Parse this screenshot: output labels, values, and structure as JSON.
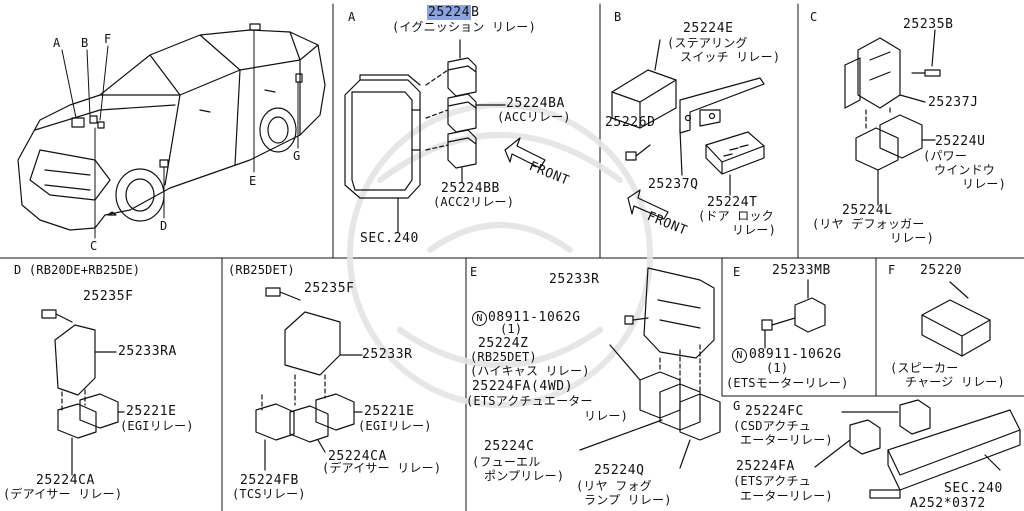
{
  "sections": {
    "A": "A",
    "B": "B",
    "C": "C",
    "D1": "D (RB20DE+RB25DE)",
    "D2": "(RB25DET)",
    "E1": "E",
    "E2": "E",
    "F": "F",
    "G": "G"
  },
  "overview": {
    "A": "A",
    "B": "B",
    "F": "F",
    "C": "C",
    "D": "D",
    "E": "E",
    "G": "G"
  },
  "parts": {
    "p25224B_a": "25224",
    "p25224B_b": "B",
    "p25224B_desc": "(イグニッション リレー)",
    "p25224BA": "25224BA",
    "p25224BA_desc": "(ACCリレー)",
    "p25224BB": "25224BB",
    "p25224BB_desc": "(ACC2リレー)",
    "front1": "FRONT",
    "sec240_a": "SEC.240",
    "p25224E": "25224E",
    "p25224E_desc1": "(ステアリング",
    "p25224E_desc2": "スイッチ リレー)",
    "p25226D": "25226D",
    "p25237Q": "25237Q",
    "p25224T": "25224T",
    "p25224T_desc1": "(ドア ロック",
    "p25224T_desc2": "リレー)",
    "front2": "FRONT",
    "p25235B": "25235B",
    "p25237J": "25237J",
    "p25224U": "25224U",
    "p25224U_desc1": "(パワー",
    "p25224U_desc2": "ウインドウ",
    "p25224U_desc3": "リレー)",
    "p25224L": "25224L",
    "p25224L_desc1": "(リヤ デフォッガー",
    "p25224L_desc2": "リレー)",
    "p25235F_1": "25235F",
    "p25233RA": "25233RA",
    "p25221E_1": "25221E",
    "p25221E_1_desc": "(EGIリレー)",
    "p25224CA_1": "25224CA",
    "p25224CA_1_desc": "(デアイサー リレー)",
    "p25235F_2": "25235F",
    "p25233R_1": "25233R",
    "p25221E_2": "25221E",
    "p25221E_2_desc": "(EGIリレー)",
    "p25224CA_2": "25224CA",
    "p25224CA_2_desc": "(デアイサー リレー)",
    "p25224FB": "25224FB",
    "p25224FB_desc": "(TCSリレー)",
    "p25233R_2": "25233R",
    "n1": "N",
    "p08911_1": "08911-1062G",
    "p08911_1_q": "(1)",
    "p25224Z": "25224Z",
    "p25224Z_desc1": "(RB25DET)",
    "p25224Z_desc2": "(ハイキャス リレー)",
    "p25224FA_4wd": "25224FA(4WD)",
    "ets1": "(ETSアクチュエーター",
    "ets2": "リレー)",
    "p25224C": "25224C",
    "p25224C_desc1": "(フューエル",
    "p25224C_desc2": "ポンプリレー)",
    "p25224Q": "25224Q",
    "p25224Q_desc1": "(リヤ フォグ",
    "p25224Q_desc2": "ランプ リレー)",
    "p25233MB": "25233MB",
    "n2": "N",
    "p08911_2": "08911-1062G",
    "p08911_2_q": "(1)",
    "ets_motor": "(ETSモーターリレー)",
    "p25220": "25220",
    "p25220_desc1": "(スピーカー",
    "p25220_desc2": "チャージ リレー)",
    "p25224FC": "25224FC",
    "p25224FC_desc1": "(CSDアクチュ",
    "p25224FC_desc2": "エーターリレー)",
    "p25224FA": "25224FA",
    "p25224FA_desc1": "(ETSアクチュ",
    "p25224FA_desc2": "エーターリレー)",
    "sec240_b": "SEC.240",
    "ref": "A252*0372"
  }
}
